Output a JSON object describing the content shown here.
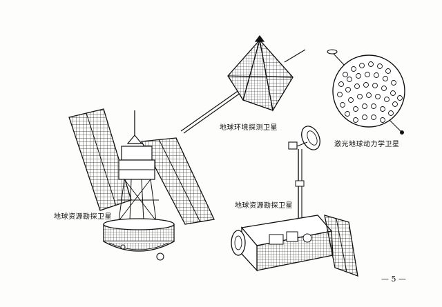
{
  "captions": {
    "earth_environment_satellite": "地球环境探测卫星",
    "laser_geodynamics_satellite": "激光地球动力学卫星",
    "earth_resources_satellite_left": "地球资源勘探卫星",
    "earth_resources_satellite_right": "地球资源勘探卫星"
  },
  "page_number": "— 5 —"
}
